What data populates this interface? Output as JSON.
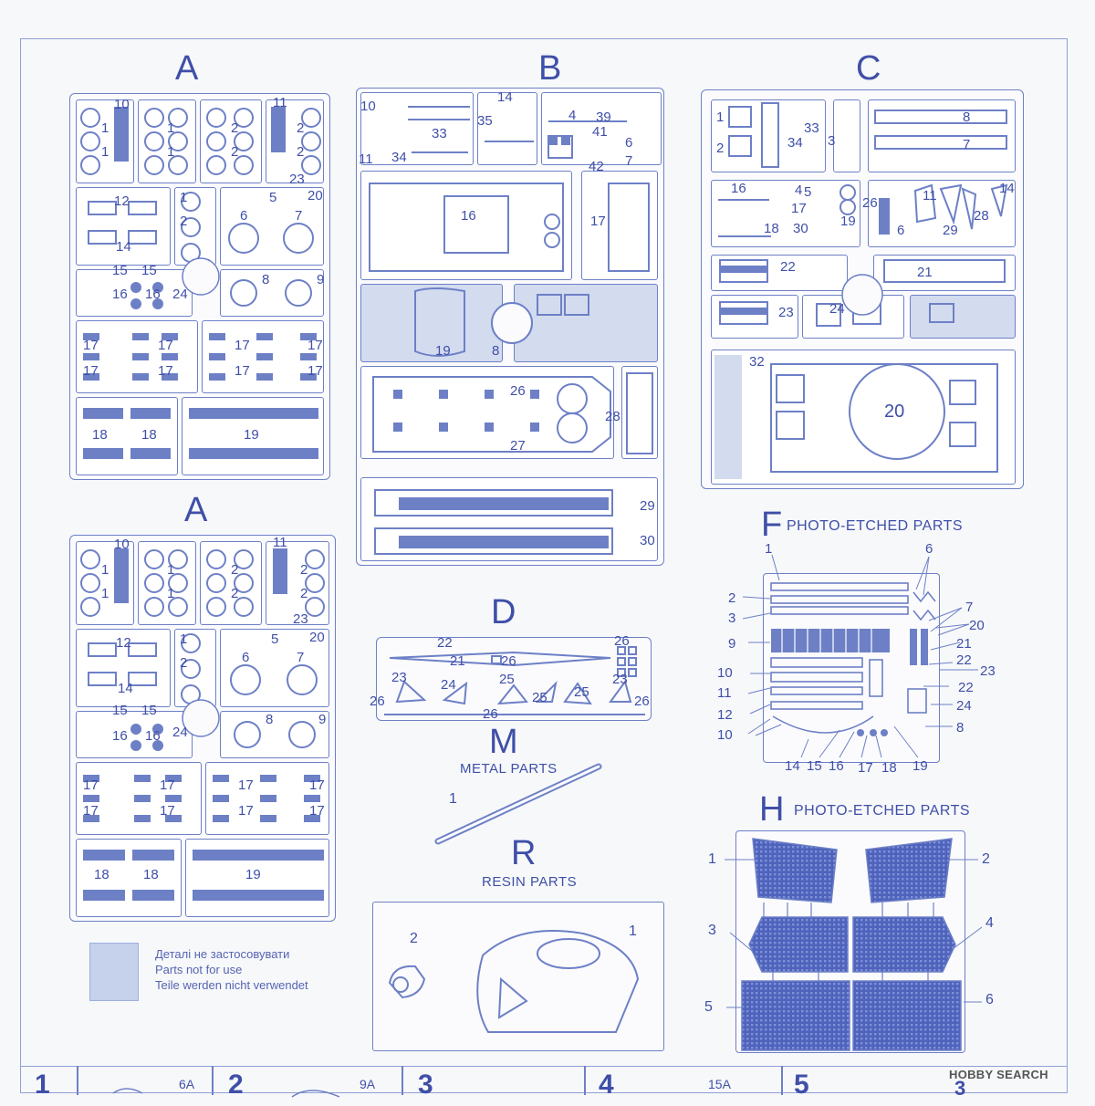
{
  "sprues": {
    "a_top": "A",
    "b": "B",
    "c": "C",
    "a_bottom": "A",
    "d": "D",
    "f": "F",
    "f_caption": "PHOTO-ETCHED PARTS",
    "m": "M",
    "m_caption": "METAL PARTS",
    "r": "R",
    "r_caption": "RESIN PARTS",
    "h": "H",
    "h_caption": "PHOTO-ETCHED PARTS"
  },
  "sprue_a_labels": [
    "10",
    "1",
    "1",
    "1",
    "1",
    "2",
    "2",
    "11",
    "2",
    "2",
    "23",
    "12",
    "14",
    "1",
    "2",
    "5",
    "20",
    "6",
    "7",
    "15",
    "15",
    "16",
    "16",
    "24",
    "8",
    "9",
    "17",
    "17",
    "17",
    "17",
    "17",
    "17",
    "17",
    "17",
    "18",
    "18",
    "19"
  ],
  "sprue_b_labels": [
    "10",
    "14",
    "35",
    "4",
    "39",
    "33",
    "41",
    "6",
    "11",
    "34",
    "42",
    "7",
    "16",
    "17",
    "19",
    "8",
    "26",
    "28",
    "27",
    "29",
    "30"
  ],
  "sprue_c_labels": [
    "1",
    "2",
    "33",
    "34",
    "3",
    "8",
    "7",
    "16",
    "4",
    "5",
    "17",
    "18",
    "30",
    "19",
    "26",
    "11",
    "14",
    "28",
    "6",
    "29",
    "22",
    "21",
    "23",
    "24",
    "32",
    "20"
  ],
  "sprue_d_labels": [
    "22",
    "26",
    "21",
    "26",
    "23",
    "24",
    "25",
    "23",
    "26",
    "26",
    "25",
    "25",
    "26"
  ],
  "sprue_f_labels": [
    "1",
    "6",
    "2",
    "3",
    "7",
    "20",
    "9",
    "21",
    "22",
    "10",
    "23",
    "11",
    "22",
    "12",
    "24",
    "10",
    "8",
    "14",
    "15",
    "16",
    "17",
    "18",
    "19"
  ],
  "sprue_m_labels": [
    "1"
  ],
  "sprue_r_labels": [
    "2",
    "1"
  ],
  "sprue_h_labels": [
    "1",
    "2",
    "3",
    "4",
    "5",
    "6"
  ],
  "legend": {
    "line1": "Деталі не застосовувати",
    "line2": "Parts not for use",
    "line3": "Teile werden nicht verwendet"
  },
  "steps": [
    {
      "num": "1",
      "ref": "6A"
    },
    {
      "num": "2",
      "ref": "9A"
    },
    {
      "num": "3",
      "ref": ""
    },
    {
      "num": "4",
      "ref": "15A"
    },
    {
      "num": "5",
      "ref": ""
    },
    {
      "num": "3",
      "ref": ""
    }
  ],
  "watermark": "HOBBY SEARCH",
  "colors": {
    "line": "#6d80c6",
    "text": "#3f4fa8",
    "fill": "#d3dbef"
  }
}
